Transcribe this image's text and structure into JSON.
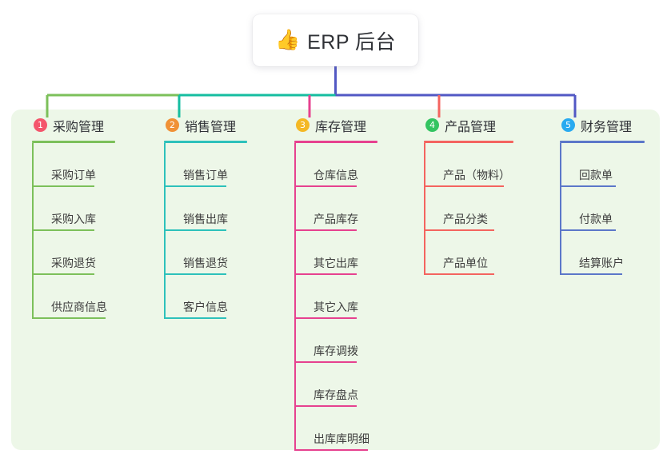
{
  "root": {
    "icon": "thumbs-up-icon",
    "icon_glyph": "👍",
    "title": "ERP 后台"
  },
  "panel": {
    "background": "#edf7e8"
  },
  "connector": {
    "segments": [
      {
        "name": "green-segment",
        "color": "#7cc05a"
      },
      {
        "name": "teal-segment",
        "color": "#15bda0"
      },
      {
        "name": "blue-segment",
        "color": "#5258c4"
      }
    ],
    "stubs": [
      {
        "name": "stub-purchase",
        "color": "#7cc05a"
      },
      {
        "name": "stub-sales",
        "color": "#15bda0"
      },
      {
        "name": "stub-inventory",
        "color": "#e6418f"
      },
      {
        "name": "stub-product",
        "color": "#f4645f"
      },
      {
        "name": "stub-finance",
        "color": "#5258c4"
      }
    ],
    "root_drop_color": "#5258c4"
  },
  "columns": [
    {
      "number": "1",
      "badge_color": "#f4566c",
      "line_color": "#7cc05a",
      "title": "采购管理",
      "name": "purchase-management",
      "width": 112,
      "rule_width": 104,
      "items": [
        {
          "label": "采购订单",
          "rule_width": 78
        },
        {
          "label": "采购入库",
          "rule_width": 78
        },
        {
          "label": "采购退货",
          "rule_width": 78
        },
        {
          "label": "供应商信息",
          "rule_width": 92
        }
      ]
    },
    {
      "number": "2",
      "badge_color": "#f09136",
      "line_color": "#2dc1bb",
      "title": "销售管理",
      "name": "sales-management",
      "width": 112,
      "rule_width": 104,
      "items": [
        {
          "label": "销售订单",
          "rule_width": 78
        },
        {
          "label": "销售出库",
          "rule_width": 78
        },
        {
          "label": "销售退货",
          "rule_width": 78
        },
        {
          "label": "客户信息",
          "rule_width": 78
        }
      ]
    },
    {
      "number": "3",
      "badge_color": "#f4b824",
      "line_color": "#e6418f",
      "title": "库存管理",
      "name": "inventory-management",
      "width": 112,
      "rule_width": 104,
      "items": [
        {
          "label": "仓库信息",
          "rule_width": 78
        },
        {
          "label": "产品库存",
          "rule_width": 78
        },
        {
          "label": "其它出库",
          "rule_width": 78
        },
        {
          "label": "其它入库",
          "rule_width": 78
        },
        {
          "label": "库存调拨",
          "rule_width": 78
        },
        {
          "label": "库存盘点",
          "rule_width": 78
        },
        {
          "label": "出库库明细",
          "rule_width": 92
        }
      ]
    },
    {
      "number": "4",
      "badge_color": "#33c461",
      "line_color": "#f4645f",
      "title": "产品管理",
      "name": "product-management",
      "width": 118,
      "rule_width": 112,
      "items": [
        {
          "label": "产品（物料）",
          "rule_width": 100
        },
        {
          "label": "产品分类",
          "rule_width": 88
        },
        {
          "label": "产品单位",
          "rule_width": 88
        }
      ]
    },
    {
      "number": "5",
      "badge_color": "#29aaf0",
      "line_color": "#5c77c9",
      "title": "财务管理",
      "name": "finance-management",
      "width": 112,
      "rule_width": 106,
      "items": [
        {
          "label": "回款单",
          "rule_width": 70
        },
        {
          "label": "付款单",
          "rule_width": 70
        },
        {
          "label": "结算账户",
          "rule_width": 78
        }
      ]
    }
  ]
}
